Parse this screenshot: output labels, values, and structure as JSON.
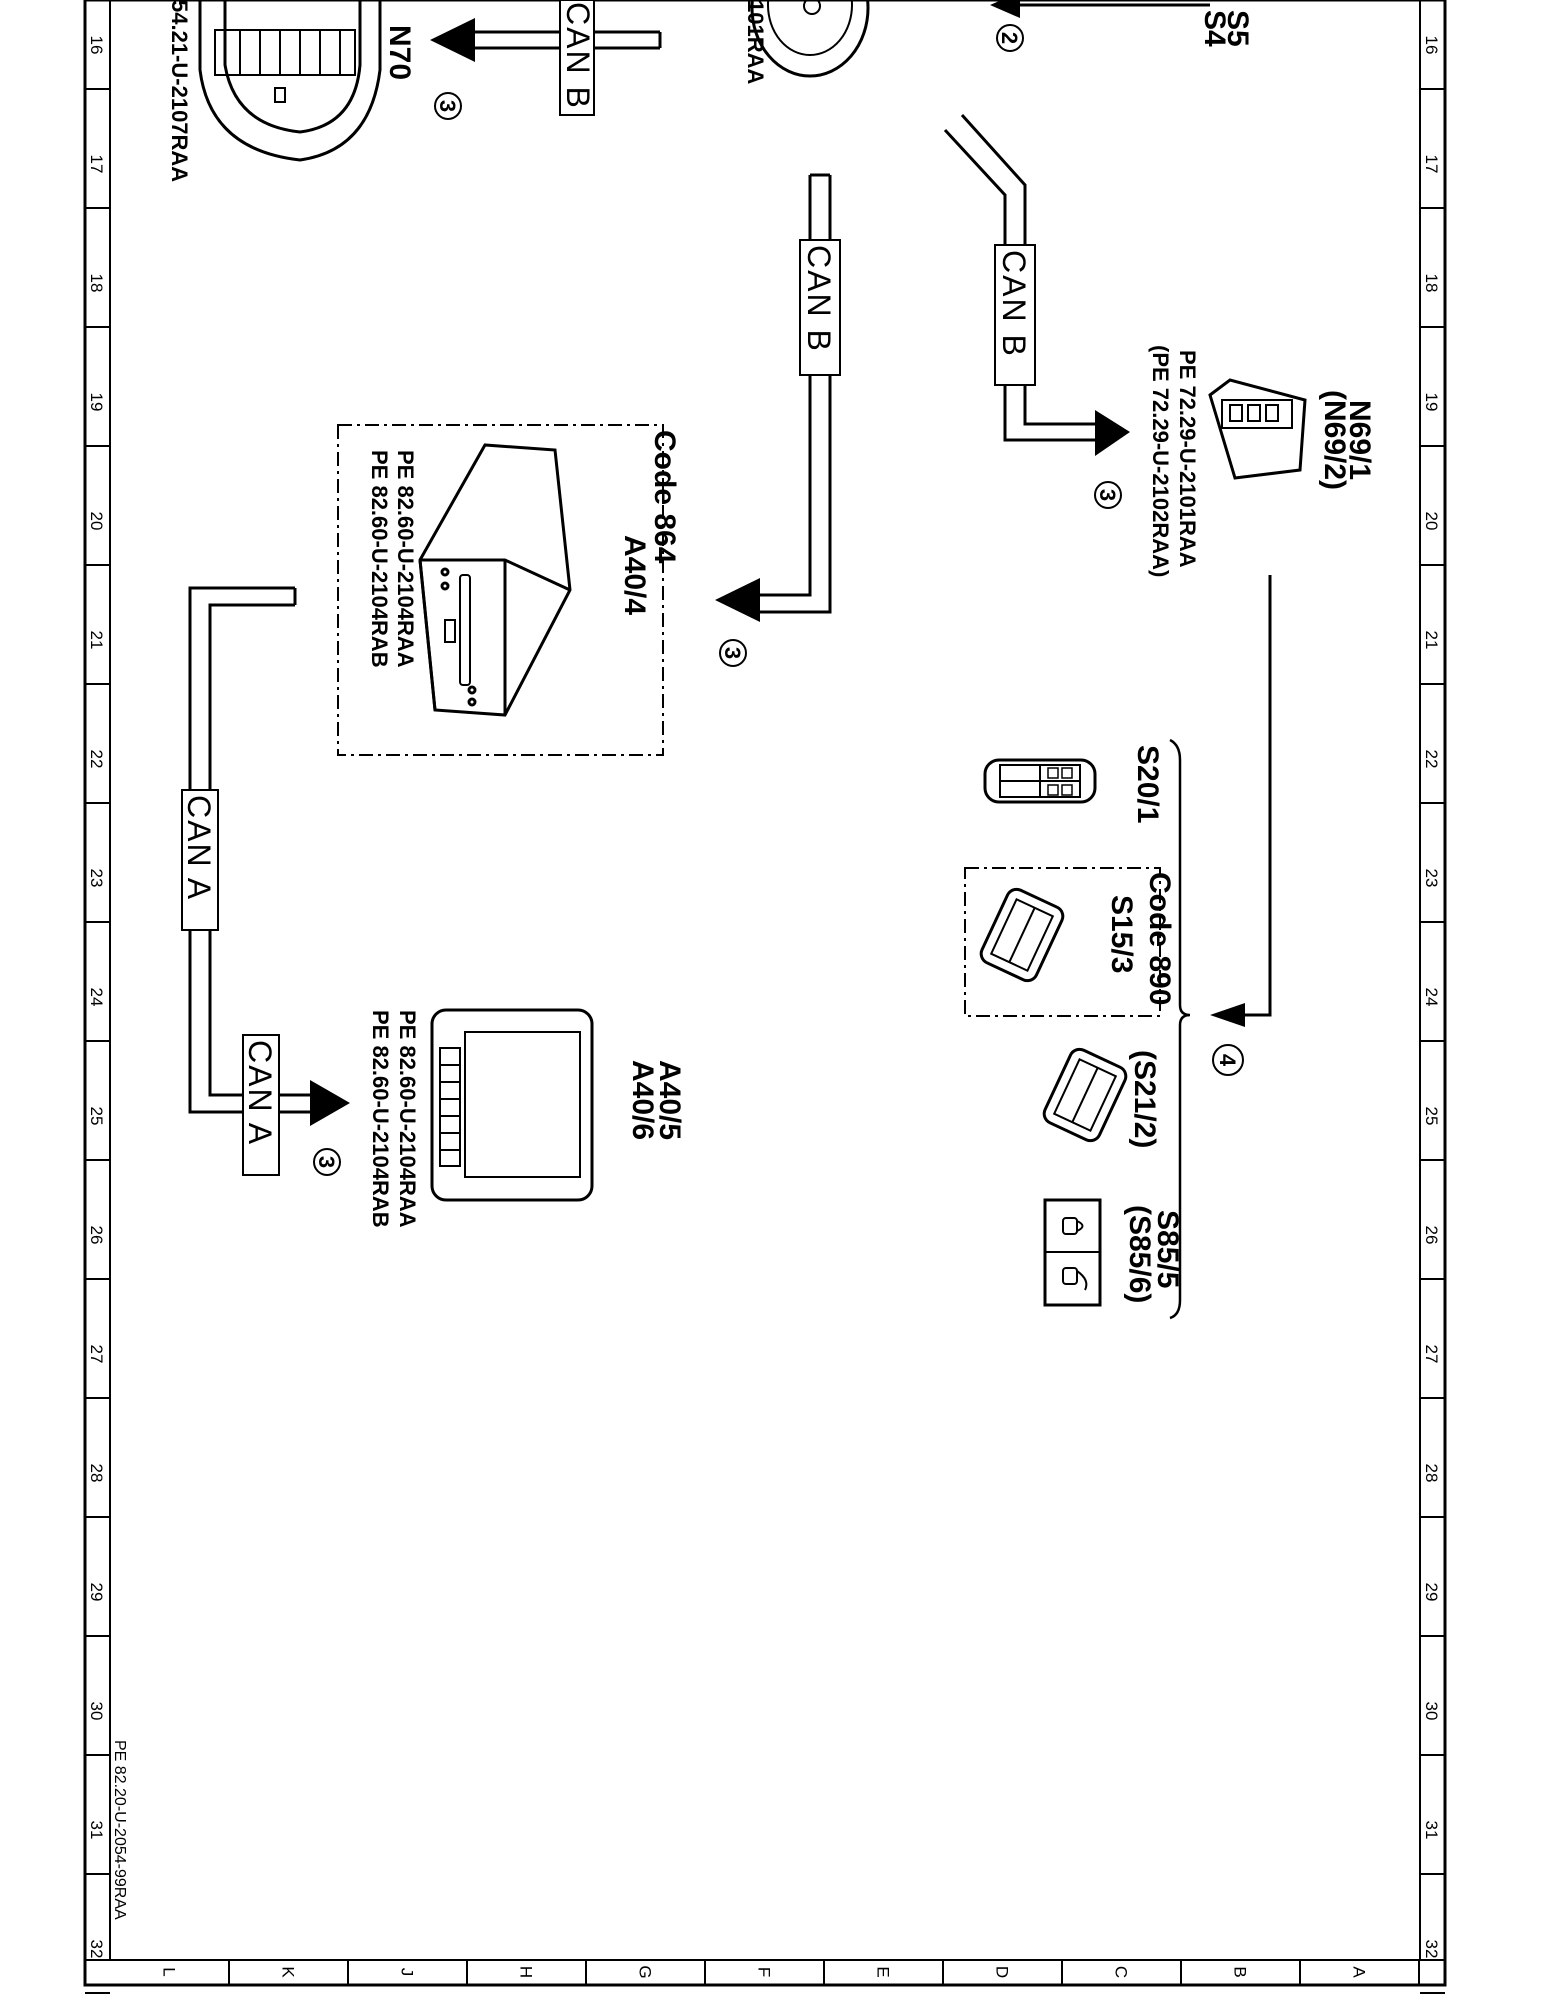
{
  "document_ref": "PE 82.20-U-2054-99RAA",
  "ruler": {
    "numbers": [
      "16",
      "17",
      "18",
      "19",
      "20",
      "21",
      "22",
      "23",
      "24",
      "25",
      "26",
      "27",
      "28",
      "29",
      "30",
      "31",
      "32"
    ],
    "letters": [
      "L",
      "K",
      "J",
      "H",
      "G",
      "F",
      "E",
      "D",
      "C",
      "B",
      "A"
    ]
  },
  "labels": {
    "s5": "S5",
    "s4": "S4",
    "n70": "N70",
    "n70_ref": "54.21-U-2107RAA",
    "clock_ref": "101RAA",
    "n69": "N69/1",
    "n69_alt": "(N69/2)",
    "n69_pe1": "PE 72.29-U-2101RAA",
    "n69_pe2": "(PE 72.29-U-2102RAA)",
    "a404_code": "Code 864",
    "a404": "A40/4",
    "a404_pe1": "PE 82.60-U-2104RAA",
    "a404_pe2": "PE 82.60-U-2104RAB",
    "s20": "S20/1",
    "s153_code": "Code 890",
    "s153": "S15/3",
    "s212": "(S21/2)",
    "s855": "S85/5",
    "s856": "(S85/6)",
    "a405": "A40/5",
    "a406": "A40/6",
    "a405_pe1": "PE 82.60-U-2104RAA",
    "a405_pe2": "PE 82.60-U-2104RAB"
  },
  "bus": {
    "can_a": "CAN A",
    "can_b": "CAN B"
  },
  "markers": {
    "m2": "2",
    "m3": "3",
    "m4": "4"
  }
}
